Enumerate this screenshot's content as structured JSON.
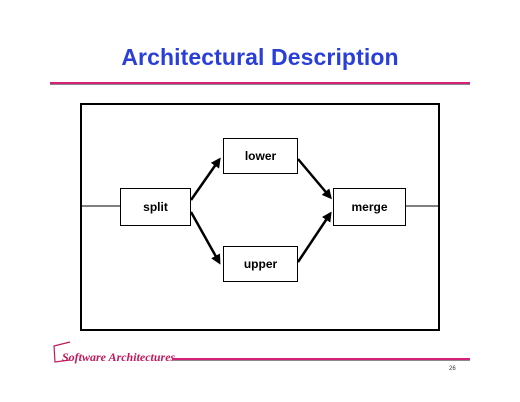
{
  "slide": {
    "title": "Architectural Description",
    "footer": "Software Architectures",
    "page_number": "26"
  },
  "diagram": {
    "nodes": {
      "split": "split",
      "lower": "lower",
      "upper": "upper",
      "merge": "merge"
    }
  },
  "colors": {
    "title": "#2a3fd8",
    "rule": "#d6207a",
    "footer": "#c2185b"
  }
}
